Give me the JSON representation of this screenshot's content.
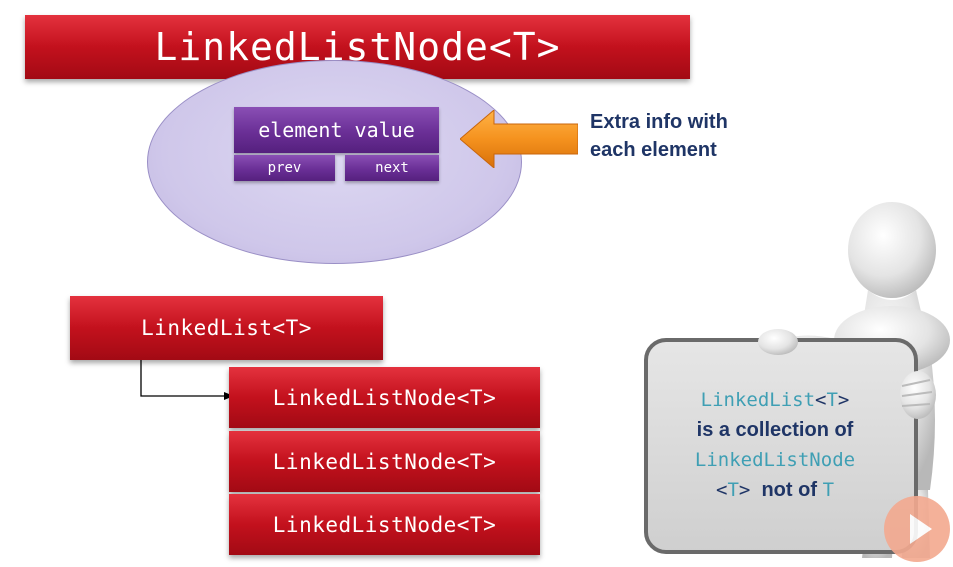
{
  "title": "LinkedListNode<T>",
  "node": {
    "element_label": "element value",
    "prev_label": "prev",
    "next_label": "next"
  },
  "callout": {
    "line1": "Extra info with",
    "line2": "each element",
    "arrow_color": "#f5921e"
  },
  "list": {
    "head_label": "LinkedList<T>",
    "nodes": [
      "LinkedListNode<T>",
      "LinkedListNode<T>",
      "LinkedListNode<T>"
    ]
  },
  "board": {
    "line1_code": "LinkedList",
    "line1_lt": "<",
    "line1_t": "T",
    "line1_gt": ">",
    "line2": "is a collection of",
    "line3_code": "LinkedListNode",
    "line4_lt": "<",
    "line4_t": "T",
    "line4_gt": ">",
    "line4_text": "not of",
    "line4_t2": "T"
  },
  "colors": {
    "red": "#c3111d",
    "purple": "#6a2f96",
    "ellipse": "#cfc7ea",
    "navy_text": "#1f3566",
    "teal_code": "#3f9fb4"
  },
  "icons": [
    "play-icon"
  ]
}
